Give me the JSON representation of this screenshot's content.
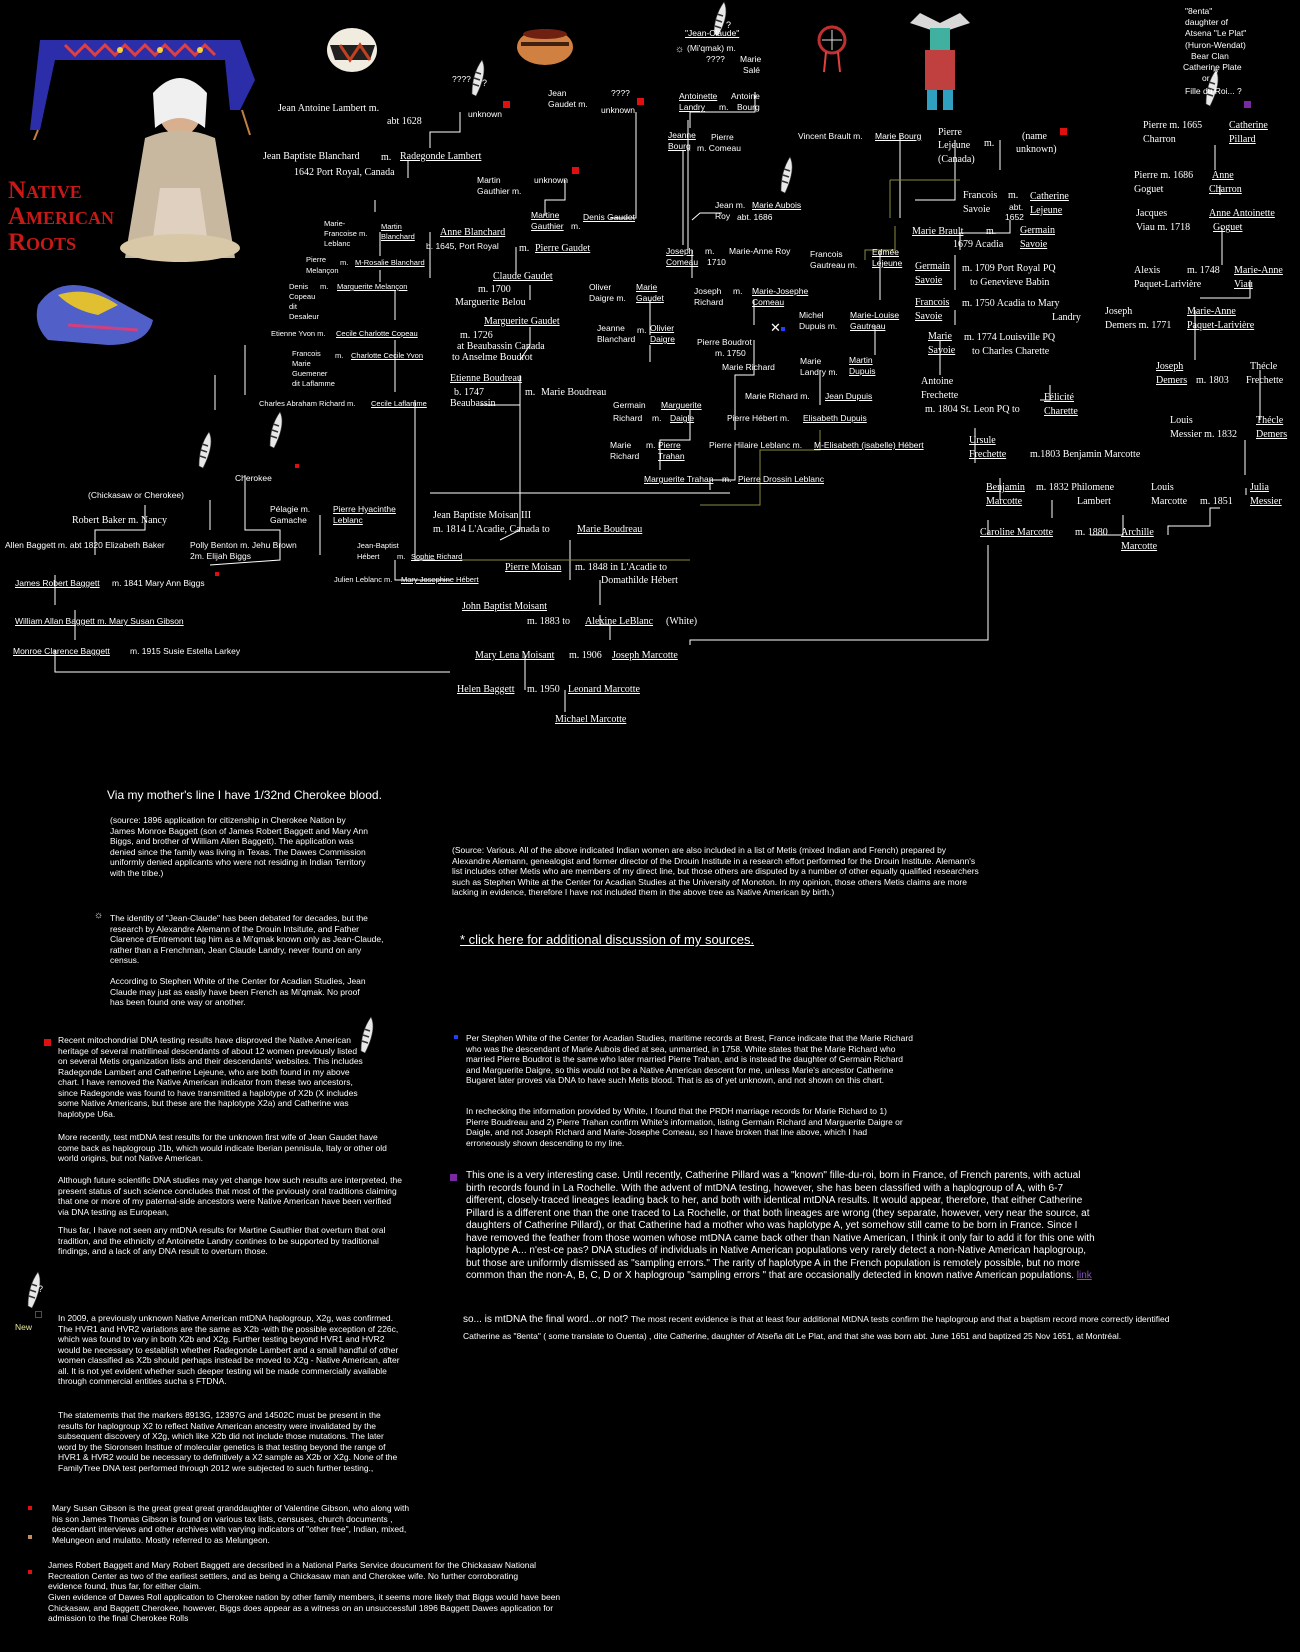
{
  "header": {
    "title_line1": "Native",
    "title_line2": "American",
    "title_line3": "Roots",
    "title_color": "#c81818"
  },
  "tree": {
    "jean_antoine": "Jean Antoine Lambert m.",
    "abt_1628": "abt 1628",
    "q1": "????",
    "unknown1": "unknown",
    "jean_gaudet": "Jean",
    "jean_gaudet2": "Gaudet m.",
    "q2": "????",
    "unknown2": "unknown",
    "jean_claude": "\"Jean-Claude\"",
    "miqmak": "(Mi'qmak)   m.",
    "q3": "????",
    "marie": "Marie",
    "sale": "Salé",
    "antoinette": "Antoinette",
    "landry": "Landry",
    "m_a": "m.",
    "antoine": "Antoine",
    "bourg": "Bourg",
    "jeanne": "Jeanne",
    "bourg2": "Bourg",
    "m_comeau": "m. Comeau",
    "pierre_c": "Pierre",
    "vincent": "Vincent Brault  m.",
    "marie_bourg": "Marie Bourg",
    "pierre_lej": "Pierre",
    "lejeune": "Lejeune",
    "m_lej": "m.",
    "canada": "(Canada)",
    "name_unknown": "(name",
    "name_unknown2": "unknown)",
    "jb_blanchard": "Jean Baptiste Blanchard",
    "m_rl": "m.",
    "radegonde": "Radegonde Lambert",
    "port_royal": "1642 Port Royal, Canada",
    "martin_g": "Martin",
    "gauthier": "Gauthier m.",
    "unknown3": "unknown",
    "denis_g": "Denis Gaudet",
    "martine": "Martine",
    "gauthier2": "Gauthier",
    "m_dg": "m.",
    "mfl": "Marie-",
    "mfl2": "Francoise  m.",
    "mfl3": "Leblanc",
    "martin_b": "Martin",
    "blanchard": "Blanchard",
    "anne_b": "Anne Blanchard",
    "anne_b2": "b. 1645, Port Royal",
    "m_pg": "m.",
    "pierre_g": "Pierre Gaudet",
    "pierre_mel": "Pierre",
    "m_rb": "m.",
    "melancon": "Melançon",
    "rosalie": "M-Rosalie Blanchard",
    "denis_c": "Denis",
    "m_mm": "m.",
    "copeau": "Copeau",
    "dit": "dit",
    "desaleur": "Desaleur",
    "marguerite_m": "Marguerite Melançon",
    "etienne": "Etienne Yvon  m.",
    "cecile_cc": "Cecile Charlotte Copeau",
    "francois_gq": "Francois",
    "m_cc": "m.",
    "marie_g": "Marie",
    "guemener": "Guemener",
    "dit2": "dit Laflamme",
    "charlotte": "Charlotte Cecile Yvon",
    "charles_ar": "Charles Abraham Richard  m.",
    "cecile_lf": "Cecile Laflamme",
    "claude_g": "Claude Gaudet",
    "m_1700": "m. 1700",
    "marguerite_b": "Marguerite Belou",
    "marguerite_g": "Marguerite Gaudet",
    "m_1726": "m. 1726",
    "beaubassin": "at Beaubassin Canada",
    "anselme": "to Anselme Boudrot",
    "etienne_b": "Etienne Boudreau",
    "b_1747": "b.  1747",
    "beaubassin2": "Beaubassin",
    "m_mb": "m.",
    "marie_b": "Marie Boudreau",
    "oliver": "Oliver",
    "daigre": "Daigre  m.",
    "marie_ga": "Marie",
    "gaudet_ga": "Gaudet",
    "jeanne_b": "Jeanne",
    "blanchard_j": "Blanchard",
    "m_od": "m.",
    "olivier": "Olivier",
    "daigre2": "Daigre",
    "jean_roy": "Jean  m.",
    "roy": "Roy",
    "marie_aubois": "Marie Aubois",
    "abt_1686": "abt. 1686",
    "joseph_c": "Joseph",
    "comeau_j": "Comeau",
    "m_1710": "m.",
    "y_1710": "1710",
    "marie_anne_roy": "Marie-Anne Roy",
    "joseph_r": "Joseph",
    "m_jr": "m.",
    "richard_j": "Richard",
    "marie_joseph_c": "Marie-Josephe",
    "comeau_mj": "Comeau",
    "pierre_boudrot": "Pierre Boudrot",
    "m_1750": "m. 1750",
    "marie_richard": "Marie Richard",
    "francois_gt": "Francois",
    "gautreau": "Gautreau m.",
    "edmee": "Edmée",
    "lejeune_e": "Lejeune",
    "michel": "Michel",
    "dupuis": "Dupuis m.",
    "marie_louise": "Marie-Louise",
    "gautreau2": "Gautreau",
    "marie_l": "Marie",
    "landry_l": "Landry  m.",
    "martin_d": "Martin",
    "dupuis_d": "Dupuis",
    "marie_richard2": "Marie Richard  m.",
    "jean_dupuis": "Jean Dupuis",
    "germain_r": "Germain",
    "richard_g": "Richard",
    "m_mdg": "m.",
    "marguerite_d": "Marguerite",
    "daigle": "Daigle",
    "pierre_hebert": "Pierre Hébert   m.",
    "elisabeth_d": "Elisabeth Dupuis",
    "marie_r": "Marie",
    "richard_r": "Richard",
    "m_pt": "m.",
    "pierre_t": "Pierre",
    "trahan": "Trahan",
    "pierre_hl": "Pierre Hilaire Leblanc  m.",
    "m_elisabeth": "M-Elisabeth (isabelle) Hébert",
    "marguerite_t": "Marguerite Trahan",
    "m_pdl": "m.",
    "pierre_dl": "Pierre Drossin Leblanc",
    "francois_s": "Francois",
    "m_cl": "m.",
    "savoie_f": "Savoie",
    "abt_1652": "abt.",
    "y_1652": "1652",
    "catherine_l": "Catherine",
    "lejeune_c": "Lejeune",
    "marie_brault": "Marie Brault",
    "m_gs": "m.",
    "germain_s": "Germain",
    "savoie_g": "Savoie",
    "y_1679": "1679 Acadia",
    "germain_s2": "Germain",
    "savoie_g2": "Savoie",
    "m_1709": "m. 1709 Port Royal PQ",
    "genevieve": "to Genevieve Babin",
    "francois_s2": "Francois",
    "savoie_f2": "Savoie",
    "m_1750b": "m. 1750 Acadia to Mary",
    "landry_m": "Landry",
    "marie_s": "Marie",
    "savoie_m": "Savoie",
    "m_1774": "m. 1774 Louisville PQ",
    "charles_ch": "to Charles Charette",
    "antoine_f": "Antoine",
    "frechette": "Frechette",
    "m_1804": "m. 1804 St. Leon PQ to",
    "felicite": "Félicité",
    "charette": "Charette",
    "ursule": "Ursule",
    "frechette2": "Frechette",
    "m_1803": "m.1803  Benjamin Marcotte",
    "benjamin": "Benjamin",
    "marcotte_b": "Marcotte",
    "m_1832": "m. 1832 Philomene",
    "lambert_p": "Lambert",
    "louis": "Louis",
    "marcotte_l": "Marcotte",
    "m_1851": "m. 1851",
    "julia": "Julia",
    "messier_j": "Messier",
    "caroline": "Caroline Marcotte",
    "m_1880": "m. 1880",
    "archille": "Archille",
    "marcotte_a": "Marcotte",
    "benta": "\"8enta\"",
    "daughter_of": "daughter of",
    "atsena": "Atsena \"Le Plat\"",
    "huron": "(Huron-Wendat)",
    "bear_clan": "Bear Clan",
    "cath_plate": "Catherine Plate",
    "or": "or",
    "fille": "Fille du  Roi... ?",
    "pierre_ch": "Pierre  m. 1665",
    "charron": "Charron",
    "catherine_p": "Catherine",
    "pillard": "Pillard",
    "pierre_go": "Pierre  m. 1686",
    "goguet": "Goguet",
    "anne_c": "Anne",
    "charron2": "Charron",
    "jacques": "Jacques",
    "viau": "Viau   m. 1718",
    "anne_ag": "Anne Antoinette",
    "goguet2": "Goguet",
    "alexis": "Alexis",
    "m_1748": "m. 1748",
    "paquet": "Paquet-Larivière",
    "marie_av": "Marie-Anne",
    "viau2": "Viau",
    "joseph_d": "Joseph",
    "demers": "Demers  m. 1771",
    "marie_ap": "Marie-Anne",
    "paquet2": "Paquet-Larivière",
    "joseph_dm": "Joseph",
    "demers2": "Demers",
    "m_1803b": "m. 1803",
    "thecle": "Thécle",
    "frechette3": "Frechette",
    "louis_m": "Louis",
    "messier": "Messier  m. 1832",
    "thecle2": "Thécle",
    "demers3": "Demers",
    "chickasaw": "(Chickasaw or Cherokee)",
    "robert_baker": "Robert Baker  m.  Nancy",
    "allen": "Allen Baggett m. abt 1820  Elizabeth Baker",
    "polly": "Polly Benton  m.  Jehu Brown",
    "elijah": "2m. Elijah Biggs",
    "cherokee": "Cherokee",
    "james_rb": "James Robert Baggett",
    "m_1841": "m. 1841 Mary Ann Biggs",
    "william": "William Allan Baggett  m. Mary Susan Gibson",
    "monroe": "Monroe Clarence Baggett",
    "m_1915": "m.  1915  Susie Estella Larkey",
    "pelagie": "Pélagie    m.",
    "gamache": "Gamache",
    "pierre_hy": "Pierre Hyacinthe",
    "leblanc_p": "Leblanc",
    "jean_bh": "Jean-Baptist",
    "hebert_j": "Hébert",
    "m_sr": "m.",
    "sophie": "Sophie Richard",
    "julien": "Julien Leblanc  m.",
    "mary_jh": "Mary Josephine Hébert",
    "jb_moisan": "Jean Baptiste Moisan III",
    "m_1814": "m. 1814 L'Acadie, Canada to",
    "marie_b2": "Marie Boudreau",
    "pierre_m": "Pierre Moisan",
    "m_1848": "m. 1848 in L'Acadie to",
    "domathilde": "Domathilde Hébert",
    "john_bm": "John Baptist Moisant",
    "m_1883": "m. 1883  to",
    "alexine": "Alexine LeBlanc",
    "white": "(White)",
    "mary_lena": "Mary Lena Moisant",
    "m_1906": "m. 1906",
    "joseph_m": "Joseph Marcotte",
    "helen": "Helen Baggett",
    "m_1950": "m. 1950",
    "leonard": "Leonard Marcotte",
    "michael": "Michael Marcotte"
  },
  "notes": {
    "cherokee_blood": "Via my mother's line I have 1/32nd Cherokee blood.",
    "source1896": "(source:  1896 application for citizenship in Cherokee Nation by James Monroe Baggett  (son of James Robert Baggett and Mary Ann Biggs, and brother of William Allen Baggett).  The application was denied since the family was living in Texas. The Dawes Commission uniformly denied applicants who were not residing in Indian Territory with the tribe.)",
    "source_various": "(Source:  Various.   All of the above indicated Indian women are also included in a list of Metis (mixed Indian and French) prepared by Alexandre Alemann, genealogist and former director of the Drouin Institute in a research effort performed for the Drouin Institute.  Alemann's list includes other Metis who are members of my direct line, but those others are disputed by a number of other equally qualified researchers such as Stephen White at the Center for Acadian Studies at the University of Monoton.  In my opinion, those others Metis claims are more lacking in evidence, therefore I have not included them in the above tree as Native American  by birth.)",
    "click_here": "* click here for additional discussion of my sources.",
    "jean_claude_p1": "The identity of \"Jean-Claude\" has been debated for decades, but the research by Alexandre Alemann of the Drouin Intsitute, and Father Clarence d'Entremont  tag him as a Mi'qmak known only as Jean-Claude, rather than a Frenchman, Jean Claude Landry, never found on any census.",
    "jean_claude_p2": "According to Stephen White of the Center for Acadian Studies, Jean Claude may just as easliy have been French as Mi'qmak. No proof has been found one way or another.",
    "mito_p1": "Recent mitochondrial DNA testing results have disproved the Native American heritage of several matrilineal descendants of about 12 women previously listed  on several Metis organization lists and their descendants' websites. This includes Radegonde Lambert and Catherine Lejeune, who are both found in my above chart.  I have removed the Native American indicator from these two ancestors, since Radegonde was found to have transmitted a haplotype of X2b (X includes some Native Americans, but these are the haplotype X2a) and Catherine was haplotype U6a.",
    "mito_p2": "More recently, test  mtDNA test results for the unknown first wife of Jean Gaudet have come back as haplogroup J1b, which would indicate Iberian pennisula, Italy or other old world origins, but not Native American.",
    "mito_p3": "Although  future scientific DNA studies may yet change how such results are interpreted, the present status of such science concludes that  most of the prviously oral traditions claiming that one or more of my  paternal-side ancestors were Native American have been verified via DNA testing as European,",
    "mito_p4": "Thus far,  I have not seen any mtDNA results for Martine Gauthier that overturn that oral tradition, and the ethnicity of Antoinette  Landry contines to be supported by traditional findings, and a lack of any DNA result to overturn those.",
    "new_label": "New",
    "x2g_p1": "In 2009, a previously unknown Native American mtDNA haplogroup, X2g, was confirmed.  The HVR1 and HVR2 variations are the same as X2b -with the possible exception of 226c, which was found to vary in both X2b and X2g.  Further testing beyond HVR1 and HVR2 would be necessary to establish whether Radegonde Lambert and a small handful of other women classified as X2b should perhaps instead be moved to X2g - Native American, after all.  It is not yet evident whether such deeper testing wil be made commercially available through  commercial entities sucha s FTDNA.",
    "x2g_p2": "The statememts that the markers 8913G, 12397G and 14502C must be present in the results for  haplogroup X2 to reflect Native American ancestry were invalidated by the subsequent discovery of X2g, which like X2b did not include those mutations.  The later word by the Sioronsen Institue of molecular genetics is that testing beyond the range of HVR1 & HVR2 would be necessary to definitively a X2 sample as X2b or X2g.  None of the FamilyTree DNA test performed through 2012 wre subjected to such further testing.,",
    "gibson": "Mary Susan Gibson is the great great great granddaughter of Valentine Gibson, who along with his son James Thomas Gibson is found on various tax lists, censuses, church documents , descendant interviews and other archives with varying indicators of  \"other free\", Indian,  mixed, Melungeon and mulatto.  Mostly referred to as Melungeon.",
    "baggett_p1": "James Robert Baggett and Mary Robert Baggett are decsribed in a National Parks Service doucument for the Chickasaw National Recreation Center as two of the earliest settlers, and as being a Chickasaw man and Cherokee wife.  No further corroborating evidence found, thus far, for either claim.",
    "baggett_p2": "Given evidence of Dawes Roll application to Cherokee nation by other family members, it seems more likely that Biggs would have been Chickasaw, and Baggett Cherokee, however, Biggs does appear as a witness on  an unsuccessfull 1896 Baggett Dawes application for admission to the final Cherokee Rolls",
    "stephen_p1": "Per Stephen White of the Center for Acadian Studies,  maritime records at Brest, France indicate that the Marie Richard who was the descendant of Marie Aubois died at sea, unmarried, in 1758.  White states that the Marie Richard who married Pierre Boudrot is the same who later married Pierre Trahan, and is instead the daughter of Germain Richard and Marguerite Daigre, so this would not be a Native American descent for me, unless Marie's ancestor Catherine Bugaret later proves via DNA to have such Metis blood. That is as of yet unknown, and not shown on this chart.",
    "stephen_p2": "In rechecking the information provided by White, I found that the PRDH marriage records for Marie Richard to 1) Pierre Boudreau and 2) Pierre Trahan confirm White's information, listing Germain Richard and Marguerite Daigre or Daigle, and not Joseph Richard and Marie-Josephe Comeau, so I have broken that line above, which I had erroneously shown descending to my line.",
    "pillard_text": "This one is a very interesting case.  Until recently, Catherine Pillard was a \"known\" fille-du-roi, born in France, of French parents, with actual birth records found in La Rochelle. With the advent of mtDNA testing, however, she has been classified with a haplogroup of A,      with 6-7 different, closely-traced lineages leading back to her, and both with identical mtDNA results. It would appear, therefore, that either Catherine Pillard is a different one than the one traced to La Rochelle, or that both lineages are wrong (they separate, however, very near the source, at daughters of Catherine Pillard), or that Catherine had a mother who was haplotype A, yet somehow still came to be born in France.  Since I have removed the feather from those women whose mtDNA came back other than Native American, I think it only fair to add  it for this one with haplotype A... n'est-ce pas? DNA studies of individuals in Native American populations very rarely detect a non-Native American haplogroup, but those are uniformly dismissed as \"sampling errors.\" The rarity of haplotype A in the French population is remotely possible, but  no more common than the non-A, B, C, D or X haplogroup  \"sampling errors \"  that are occasionally detected in known native American populations.",
    "pillard_link": "link",
    "pillard_final_a": "so... is mtDNA the final word...or not?",
    "pillard_final_b": "The most recent evidence is that at least four additional MtDNA tests confirm the  haplogroup  and that a baptism record more correctly identified",
    "pillard_final_c": "Catherine as \"8enta\"  ( some translate to Ouenta) , dite Catherine, daughter of  Atseña dit Le Plat, and that she was born abt. June 1651 and baptized 25 Nov 1651, at Montréal."
  },
  "colors": {
    "red_marker": "#e01010",
    "purple_marker": "#7a2aa0",
    "blue_marker": "#2040ff",
    "line_white": "#ffffff",
    "line_olive": "#8a8a40"
  }
}
